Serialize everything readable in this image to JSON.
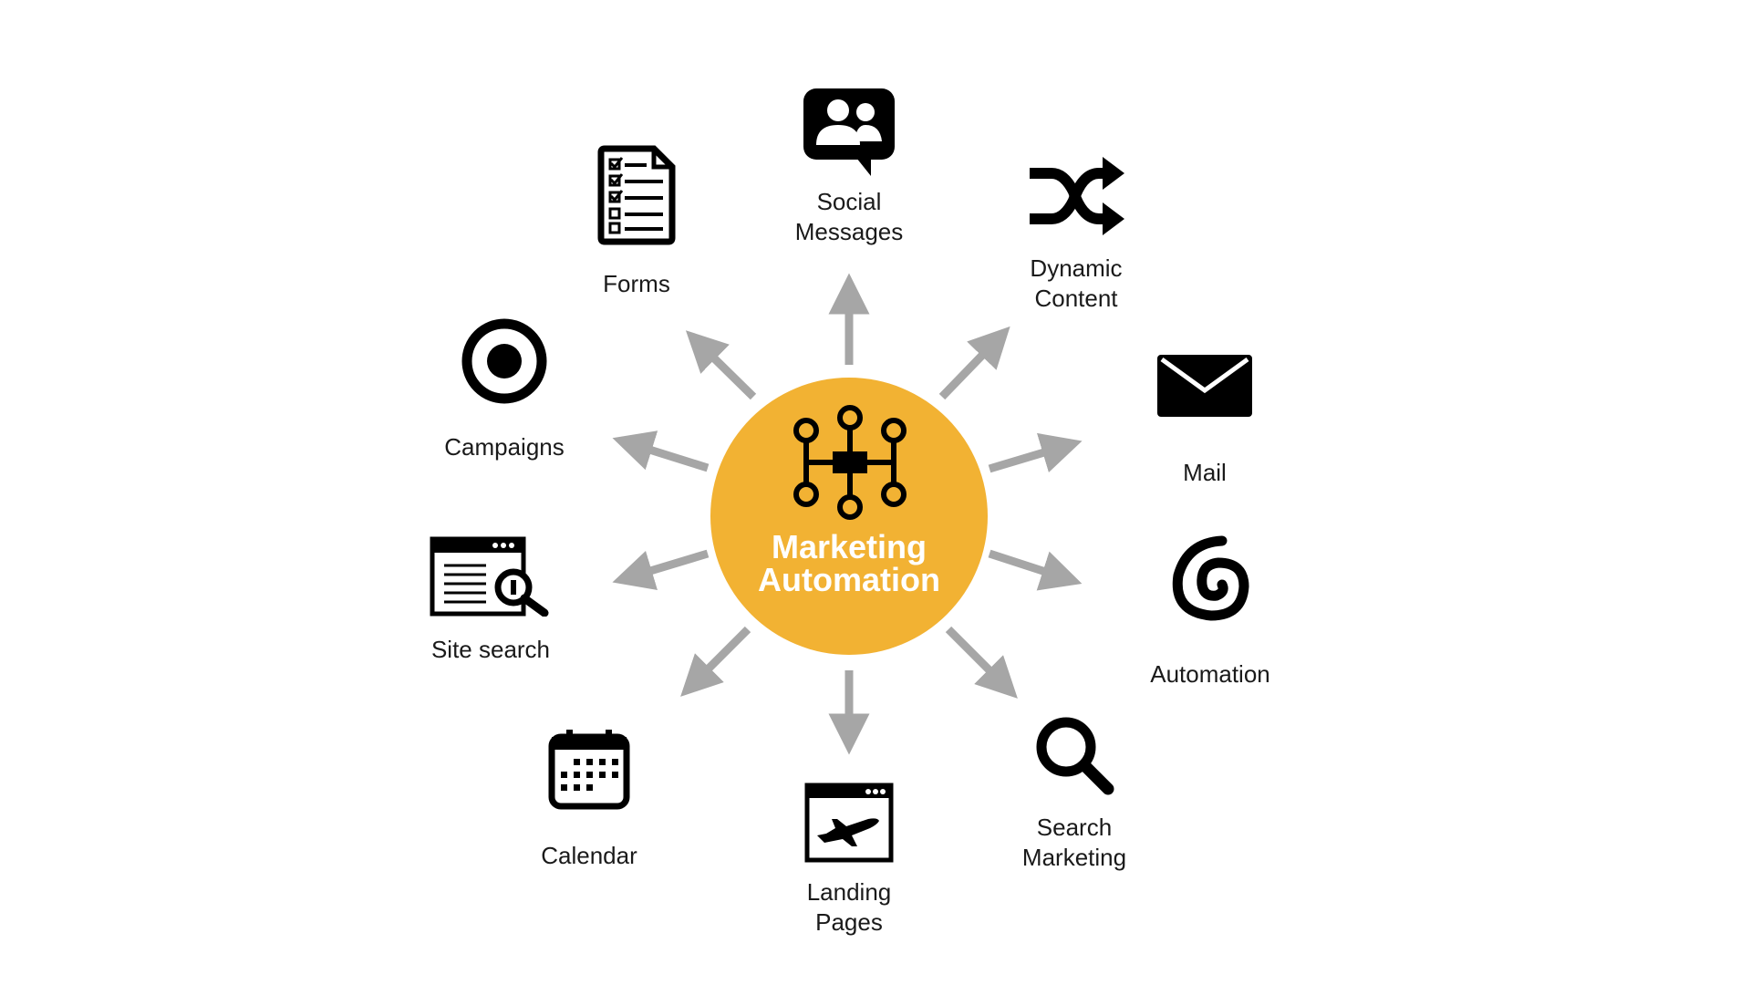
{
  "diagram": {
    "hub": {
      "title": "Marketing\nAutomation",
      "color": "#f2b233",
      "icon": "workflow-nodes-icon"
    },
    "arrow_color": "#a6a6a6",
    "nodes": [
      {
        "id": "social-messages",
        "label": "Social\nMessages",
        "icon": "chat-users-icon"
      },
      {
        "id": "dynamic-content",
        "label": "Dynamic\nContent",
        "icon": "shuffle-icon"
      },
      {
        "id": "mail",
        "label": "Mail",
        "icon": "envelope-icon"
      },
      {
        "id": "automation",
        "label": "Automation",
        "icon": "spiral-icon"
      },
      {
        "id": "search-marketing",
        "label": "Search\nMarketing",
        "icon": "magnifier-icon"
      },
      {
        "id": "landing-pages",
        "label": "Landing\nPages",
        "icon": "browser-plane-icon"
      },
      {
        "id": "calendar",
        "label": "Calendar",
        "icon": "calendar-icon"
      },
      {
        "id": "site-search",
        "label": "Site search",
        "icon": "browser-search-icon"
      },
      {
        "id": "campaigns",
        "label": "Campaigns",
        "icon": "target-icon"
      },
      {
        "id": "forms",
        "label": "Forms",
        "icon": "checklist-form-icon"
      }
    ]
  }
}
